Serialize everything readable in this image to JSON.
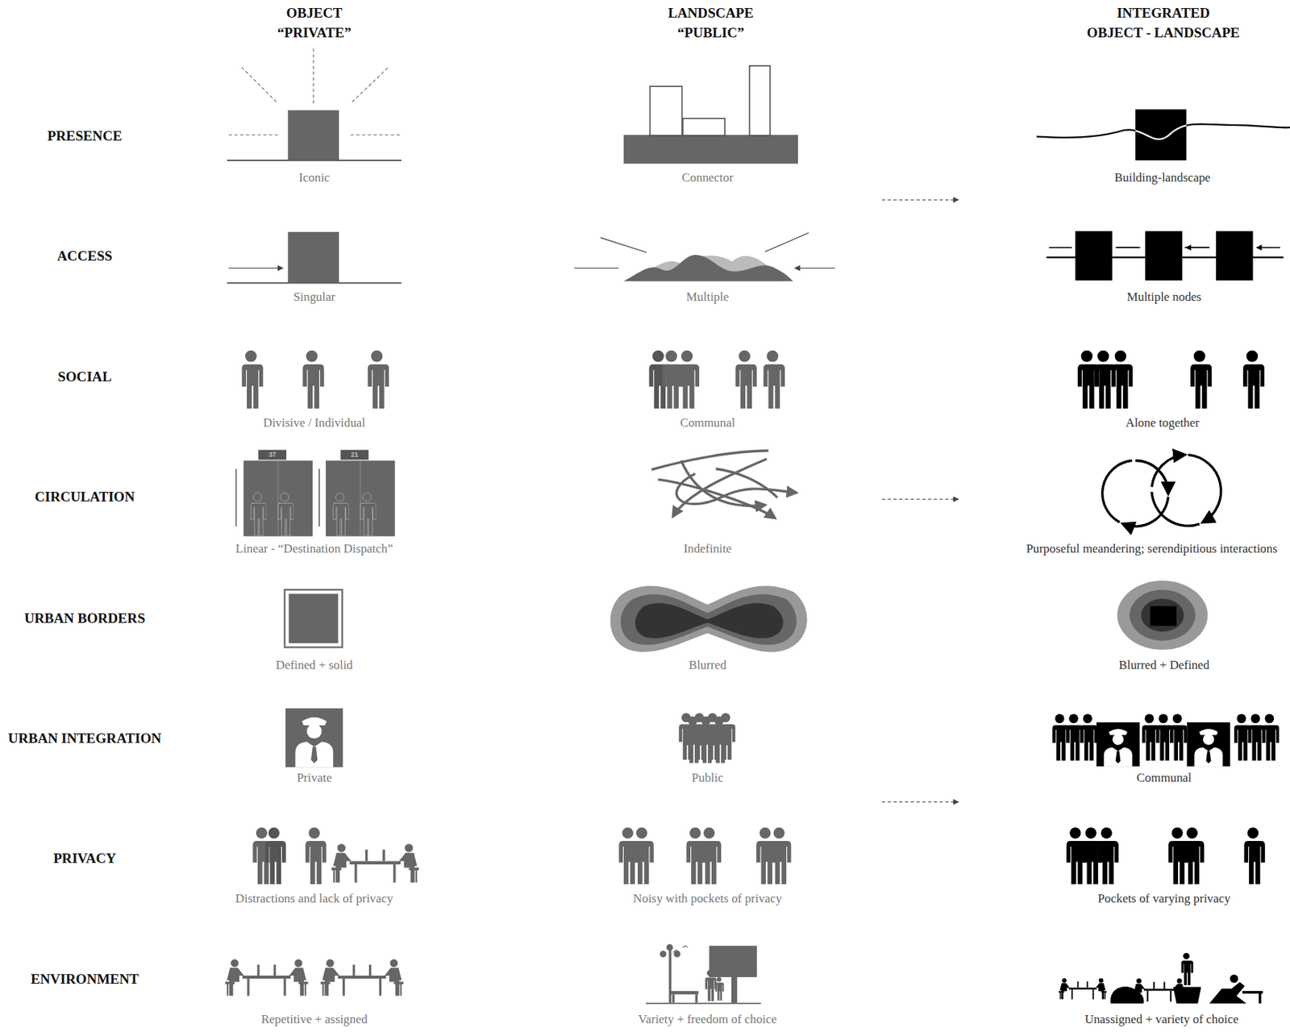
{
  "diagram": {
    "labels": [
      "OBJECT “PRIVATE”",
      "LANDSCAPE “PUBLIC”",
      "INTEGRATED OBJECT - LANDSCAPE",
      "PRESENCE",
      "Iconic",
      "Connector",
      "Building-landscape",
      "ACCESS",
      "Singular",
      "Multiple",
      "Multiple nodes",
      "SOCIAL",
      "Divisive / Individual",
      "Communal",
      "Alone together",
      "CIRCULATION",
      "37",
      "21",
      "Linear - “Destination Dispatch”",
      "Indefinite",
      "Purposeful meandering; serendipitious interactions",
      "URBAN BORDERS",
      "Defined + solid",
      "Blurred",
      "Blurred + Defined",
      "URBAN INTEGRATION",
      "Private",
      "Public",
      "Communal",
      "PRIVACY",
      "Distractions and lack of privacy",
      "Noisy with pockets of privacy",
      "Pockets of varying privacy",
      "ENVIRONMENT",
      "Repetitive + assigned",
      "Variety + freedom of choice",
      "Unassigned + variety of choice"
    ]
  }
}
